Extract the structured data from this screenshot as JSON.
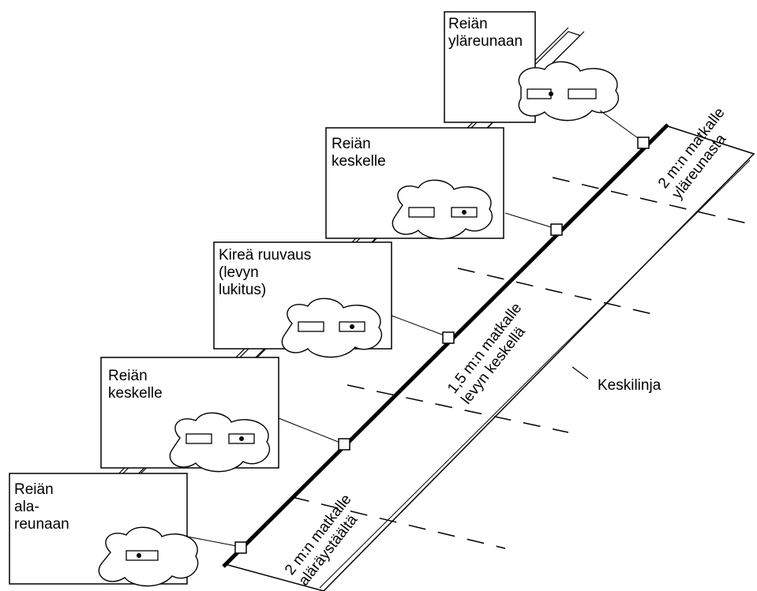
{
  "callouts": {
    "top": "Reiän\nyläreunaan",
    "upper": "Reiän\nkeskelle",
    "middle": "Kireä ruuvaus\n(levyn\nlukitus)",
    "lower": "Reiän\nkeskelle",
    "bottom": "Reiän\nala-\nreunaan"
  },
  "distances": {
    "top": "2 m:n matkalle\nyläreunasta",
    "middle": "1,5 m:n matkalle\nlevyn keskellä",
    "bottom": "2 m:n matkalle\naläräystäältä"
  },
  "centerline_label": "Keskilinja",
  "colors": {
    "line": "#000000",
    "background": "#ffffff"
  }
}
